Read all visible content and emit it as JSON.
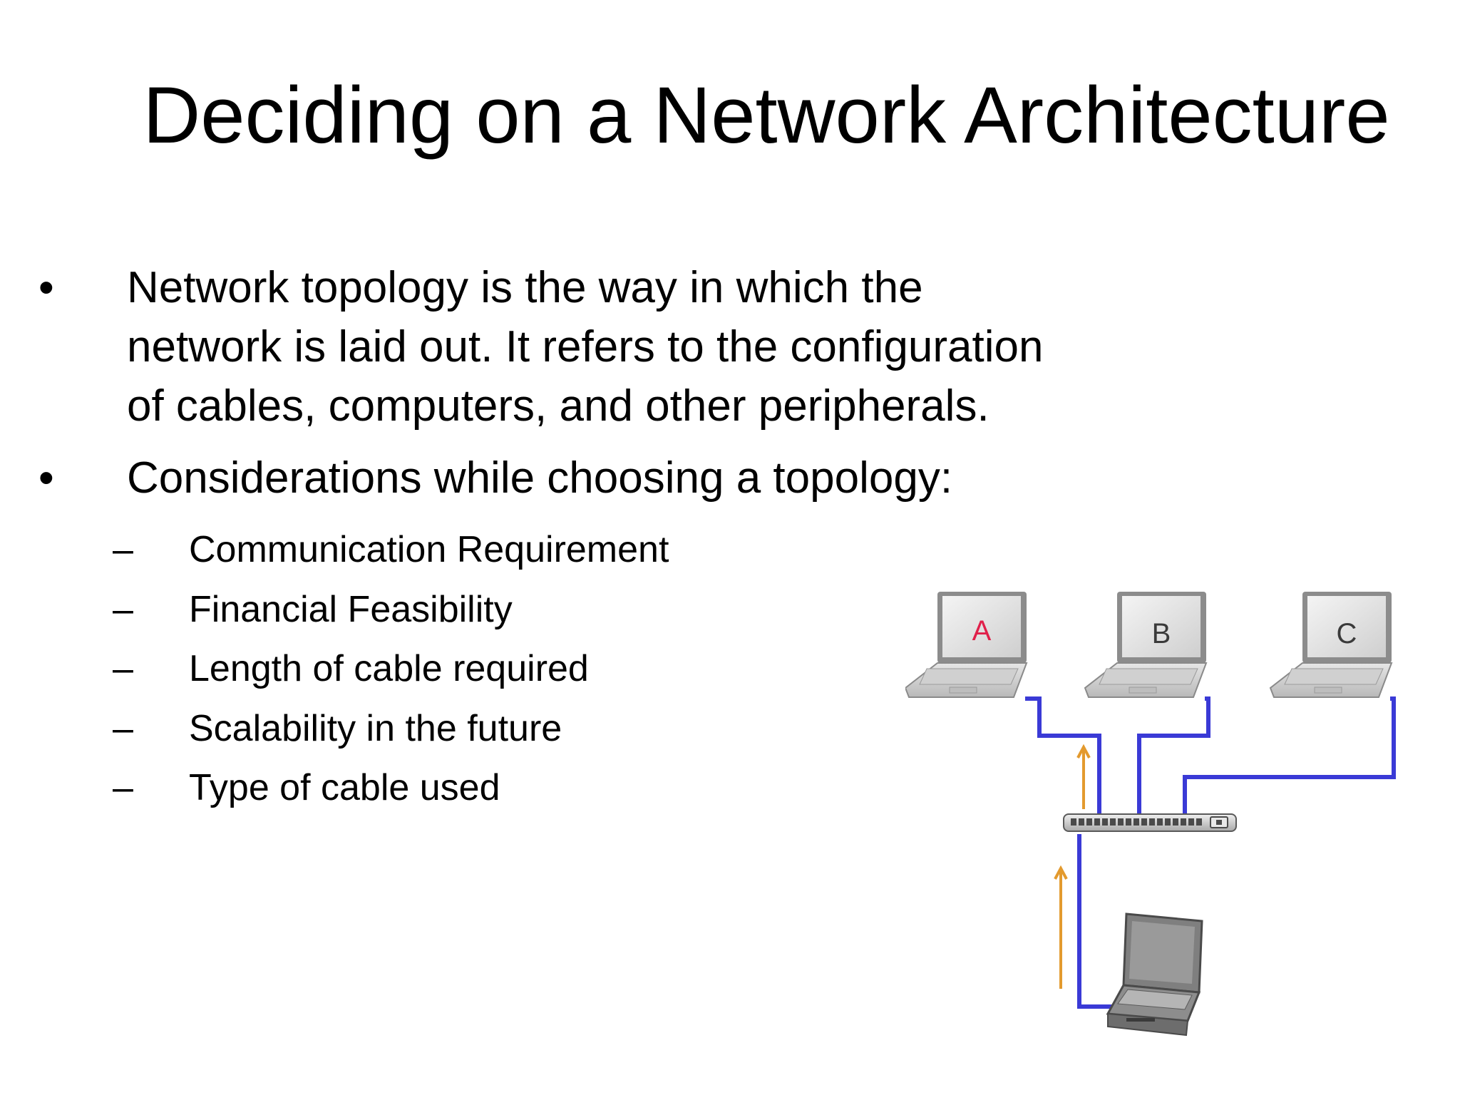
{
  "title": "Deciding on a Network Architecture",
  "bullet_marker": "•",
  "dash_marker": "–",
  "bullets": [
    {
      "text": "Network topology is the way in which the network is laid out. It refers to the configuration of cables, computers, and other peripherals."
    },
    {
      "text": "Considerations while choosing a topology:"
    }
  ],
  "considerations": [
    "Communication Requirement",
    "Financial Feasibility",
    "Length of cable required",
    "Scalability in the future",
    "Type of cable used"
  ],
  "diagram": {
    "laptop_labels": [
      "A",
      "B",
      "C"
    ],
    "colors": {
      "cable": "#3a3ad6",
      "arrow": "#e39a2e",
      "label_a": "#e0204a",
      "label_other": "#3a3a3a"
    }
  }
}
